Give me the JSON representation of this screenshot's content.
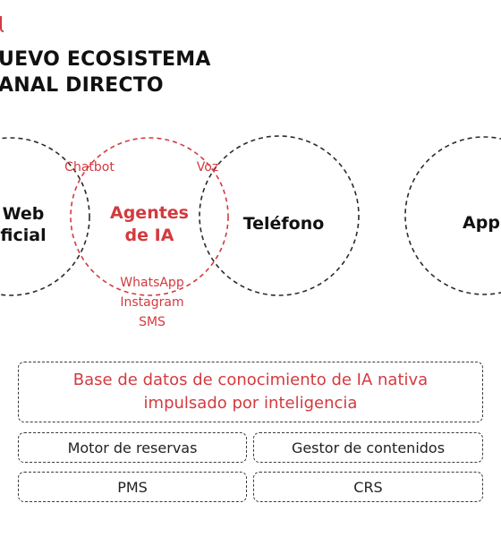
{
  "header": {
    "title_line1": "UEVO ECOSISTEMA",
    "title_line2": "ANAL DIRECTO"
  },
  "circles": {
    "web": {
      "line1": "Web",
      "line2": "ficial"
    },
    "ai_agents": {
      "line1": "Agentes",
      "line2": "de IA"
    },
    "phone": "Teléfono",
    "app": "App"
  },
  "channels": {
    "chatbot": "Chatbot",
    "voice": "Voz",
    "messaging": [
      "WhatsApp",
      "Instagram",
      "SMS"
    ]
  },
  "platform": {
    "knowledge_base": {
      "line1": "Base de datos de conocimiento de IA nativa",
      "line2": "impulsado por inteligencia"
    },
    "modules": [
      "Motor de reservas",
      "Gestor de contenidos",
      "PMS",
      "CRS"
    ]
  },
  "colors": {
    "accent": "#d33a3f",
    "ink": "#1a1a1a",
    "outline": "#2a2a2a"
  }
}
